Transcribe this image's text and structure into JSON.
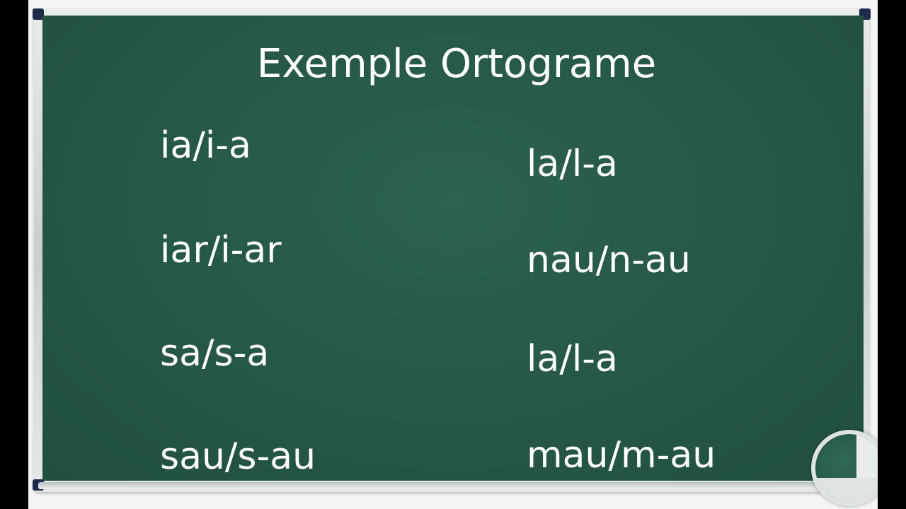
{
  "board": {
    "title": "Exemple Ortograme",
    "left_column": [
      "ia/i-a",
      "iar/i-ar",
      "sa/s-a",
      "sau/s-au"
    ],
    "right_column": [
      "la/l-a",
      "nau/n-au",
      "la/l-a",
      "mau/m-au"
    ]
  },
  "colors": {
    "board": "#255646",
    "text": "#ffffff",
    "frame": "#c9cfd0"
  },
  "icons": {
    "corner": "magnifier-icon"
  }
}
